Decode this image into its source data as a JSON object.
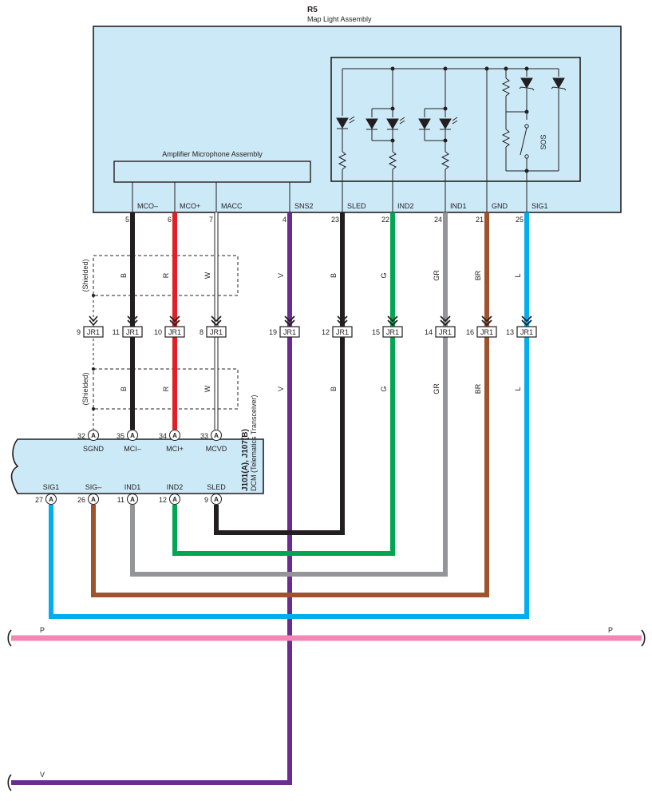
{
  "component_r5": {
    "id": "R5",
    "name": "Map Light Assembly"
  },
  "amplifier": {
    "name": "Amplifier Microphone Assembly"
  },
  "sos_label": "SOS",
  "dcm": {
    "id": "J101(A), J107(B)",
    "name": "DCM (Telematics Transceiver)"
  },
  "shielded_label": "(Shielded)",
  "connector_name": "JR1",
  "connector_letter": "A",
  "wires": [
    {
      "pin": "5",
      "signal": "MCO–",
      "color_code": "B",
      "hex": "#231f20",
      "jr_pin": "11",
      "dcm_pin": "35",
      "dcm_signal": "MCI–"
    },
    {
      "pin": "6",
      "signal": "MCO+",
      "color_code": "R",
      "hex": "#e31e24",
      "jr_pin": "10",
      "dcm_pin": "34",
      "dcm_signal": "MCI+"
    },
    {
      "pin": "7",
      "signal": "MACC",
      "color_code": "W",
      "hex": "#ffffff",
      "jr_pin": "8",
      "dcm_pin": "33",
      "dcm_signal": "MCVD"
    },
    {
      "pin": "4",
      "signal": "SNS2",
      "color_code": "V",
      "hex": "#6a2c91",
      "jr_pin": "19"
    },
    {
      "pin": "23",
      "signal": "SLED",
      "color_code": "B",
      "hex": "#231f20",
      "jr_pin": "12",
      "dcm_pin": "9",
      "dcm_signal": "SLED"
    },
    {
      "pin": "22",
      "signal": "IND2",
      "color_code": "G",
      "hex": "#00a651",
      "jr_pin": "15",
      "dcm_pin": "12",
      "dcm_signal": "IND2"
    },
    {
      "pin": "24",
      "signal": "IND1",
      "color_code": "GR",
      "hex": "#939598",
      "jr_pin": "14",
      "dcm_pin": "11",
      "dcm_signal": "IND1"
    },
    {
      "pin": "21",
      "signal": "GND",
      "color_code": "BR",
      "hex": "#a0522d",
      "jr_pin": "16",
      "dcm_pin": "26",
      "dcm_signal": "SIG–"
    },
    {
      "pin": "25",
      "signal": "SIG1",
      "color_code": "L",
      "hex": "#00aeef",
      "jr_pin": "13",
      "dcm_pin": "27",
      "dcm_signal": "SIG1"
    }
  ],
  "shield_wire": {
    "jr_pin": "9",
    "dcm_pin": "32",
    "dcm_signal": "SGND"
  },
  "bus_p": {
    "label": "P",
    "hex": "#f088b6"
  },
  "bus_v": {
    "label": "V",
    "hex": "#6a2c91"
  },
  "colors": {
    "box_fill": "#cce9f7",
    "line": "#231f20"
  }
}
